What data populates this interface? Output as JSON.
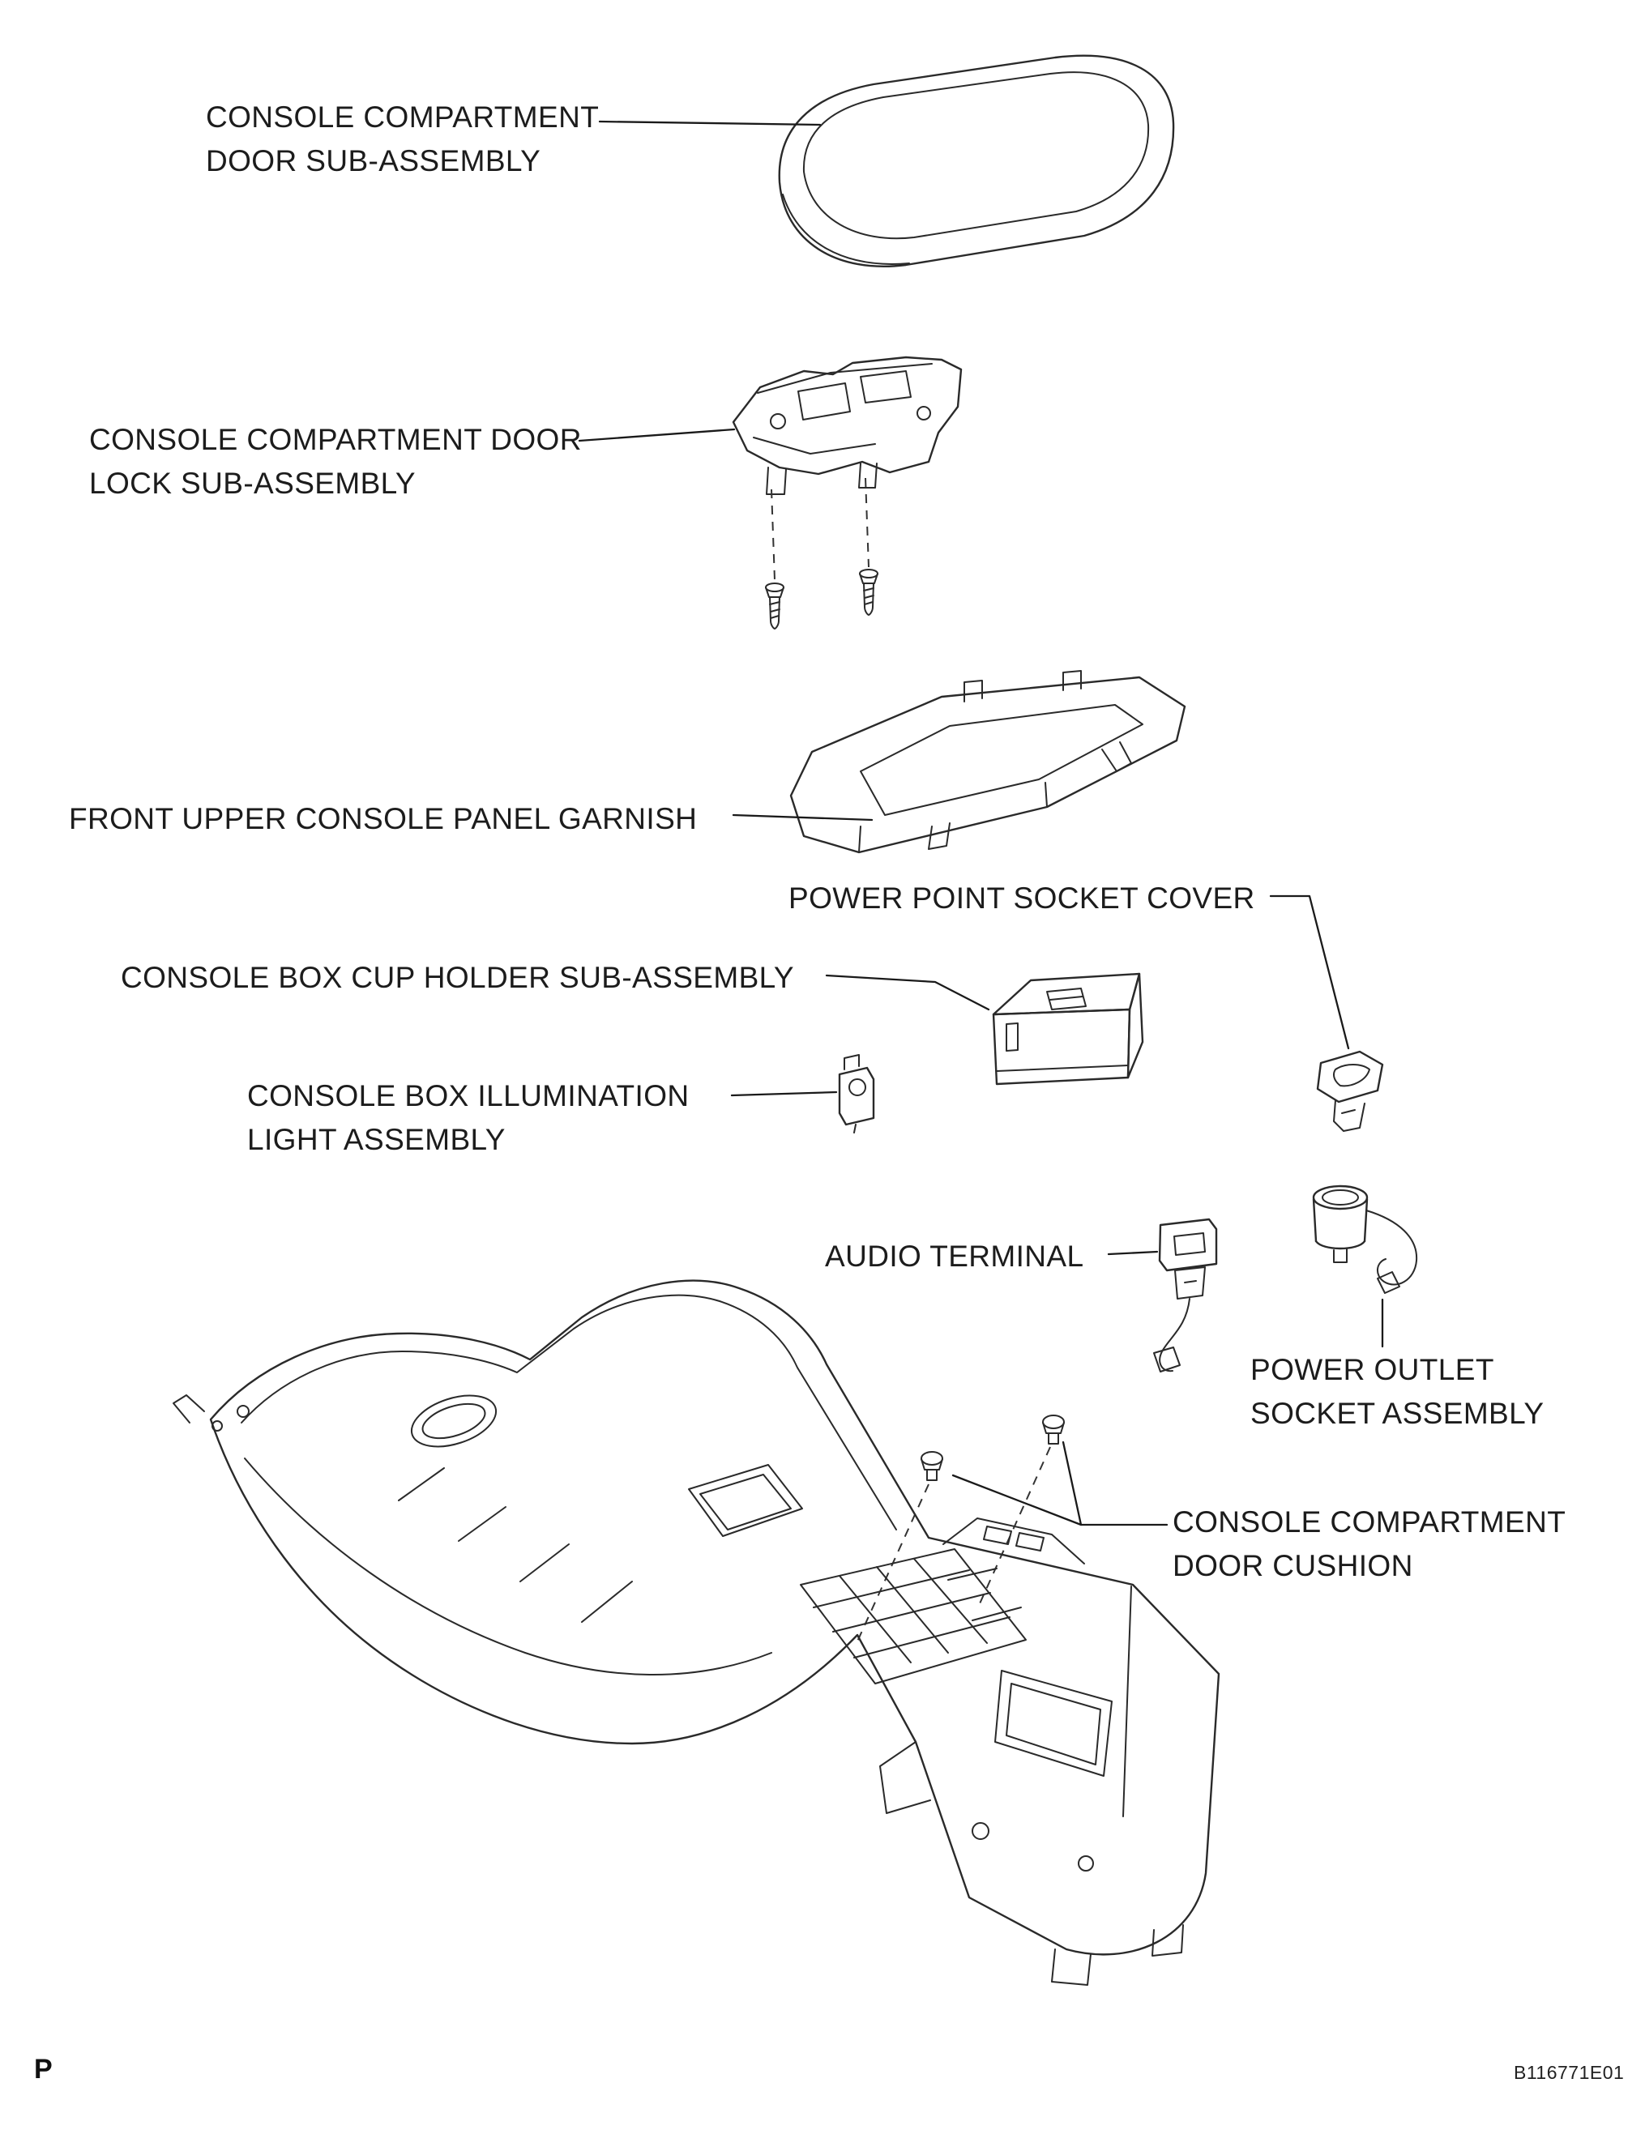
{
  "page": {
    "background": "#ffffff",
    "line_color": "#2a2a2a",
    "footer": {
      "page_marker": "P",
      "figure_code": "B116771E01"
    }
  },
  "diagram": {
    "parts": [
      {
        "name": "console-compartment-door-sub-assembly",
        "label": "CONSOLE COMPARTMENT\nDOOR SUB-ASSEMBLY"
      },
      {
        "name": "console-compartment-door-lock-sub-assembly",
        "label": "CONSOLE COMPARTMENT DOOR\nLOCK SUB-ASSEMBLY"
      },
      {
        "name": "front-upper-console-panel-garnish",
        "label": "FRONT UPPER CONSOLE PANEL GARNISH"
      },
      {
        "name": "power-point-socket-cover",
        "label": "POWER POINT SOCKET COVER"
      },
      {
        "name": "console-box-cup-holder-sub-assembly",
        "label": "CONSOLE BOX CUP HOLDER SUB-ASSEMBLY"
      },
      {
        "name": "console-box-illumination-light-assembly",
        "label": "CONSOLE BOX ILLUMINATION\nLIGHT ASSEMBLY"
      },
      {
        "name": "audio-terminal",
        "label": "AUDIO TERMINAL"
      },
      {
        "name": "power-outlet-socket-assembly",
        "label": "POWER OUTLET\nSOCKET ASSEMBLY"
      },
      {
        "name": "console-compartment-door-cushion",
        "label": "CONSOLE COMPARTMENT\nDOOR CUSHION"
      }
    ]
  }
}
